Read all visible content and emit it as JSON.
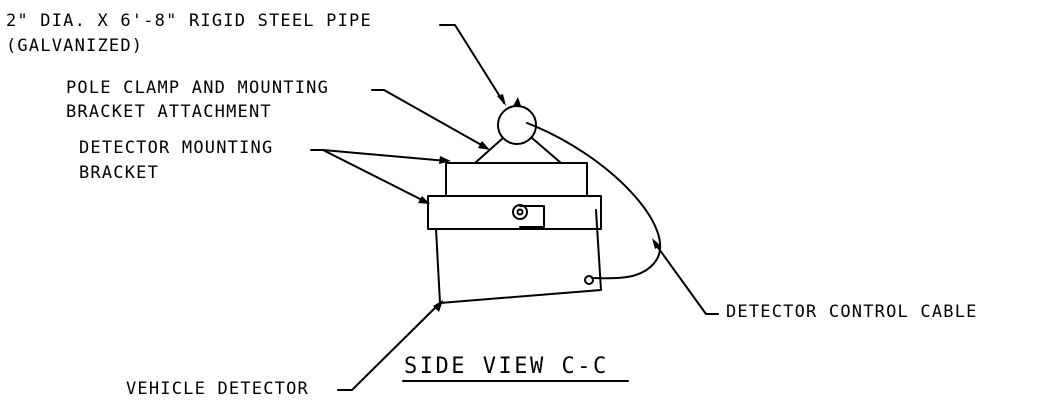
{
  "labels": {
    "pipe_line1": "2\" DIA. X 6'-8\" RIGID STEEL PIPE",
    "pipe_line2": "(GALVANIZED)",
    "clamp_line1": "POLE CLAMP AND MOUNTING",
    "clamp_line2": "BRACKET ATTACHMENT",
    "bracket_line1": "DETECTOR MOUNTING",
    "bracket_line2": "BRACKET",
    "cable": "DETECTOR CONTROL CABLE",
    "detector": "VEHICLE DETECTOR",
    "view_title": "SIDE VIEW C-C"
  },
  "colors": {
    "ink": "#000000",
    "paper": "#ffffff"
  }
}
